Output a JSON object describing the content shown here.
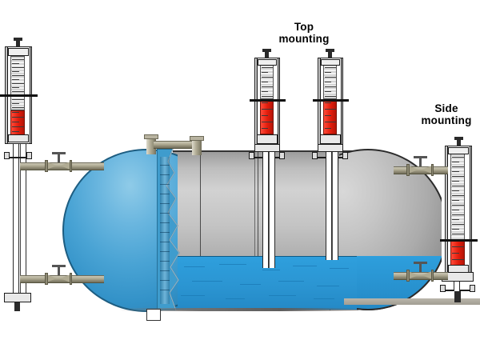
{
  "diagram": {
    "title_alt": "Magnetic level gauge mounting on horizontal pressure vessel",
    "background_color": "#ffffff"
  },
  "labels": {
    "top_mounting": "Top\nmounting",
    "side_mounting": "Side\nmounting"
  },
  "colors": {
    "vessel_blue": "#3392c8",
    "liquid_blue": "#2e9fdd",
    "shell_gray": "#c4c4c4",
    "indicator_red": "#e21d0c",
    "pipe_tan": "#b3ae97",
    "outline": "#1c1c1c"
  },
  "vessel": {
    "name": "horizontal-pressure-vessel",
    "left_head": "blue-dished-head",
    "cutaway": "jagged-torn-cutaway-edge",
    "shell_seams": 3,
    "liquid_level_note": "liquid fills lower third of vessel",
    "support": "saddle-bracket"
  },
  "gauges": [
    {
      "id": "left-side-mounted-gauge",
      "mounting": "side",
      "position": "far-left",
      "indicator_fill": "red",
      "scale": "graduated"
    },
    {
      "id": "top-mounted-gauge-1",
      "mounting": "top",
      "position": "center-left",
      "indicator_fill": "red",
      "scale": "graduated"
    },
    {
      "id": "top-mounted-gauge-2",
      "mounting": "top",
      "position": "center-right",
      "indicator_fill": "red",
      "scale": "graduated"
    },
    {
      "id": "right-side-mounted-gauge",
      "mounting": "side",
      "position": "far-right",
      "indicator_fill": "red",
      "scale": "graduated"
    }
  ],
  "valves": [
    {
      "id": "valve-left-upper",
      "type": "gate-valve"
    },
    {
      "id": "valve-left-lower",
      "type": "gate-valve"
    },
    {
      "id": "valve-right-upper",
      "type": "gate-valve"
    },
    {
      "id": "valve-right-lower",
      "type": "gate-valve"
    }
  ],
  "nozzles": [
    {
      "id": "top-nozzle-left",
      "type": "flanged-nozzle"
    },
    {
      "id": "top-nozzle-right",
      "type": "flanged-nozzle"
    }
  ]
}
